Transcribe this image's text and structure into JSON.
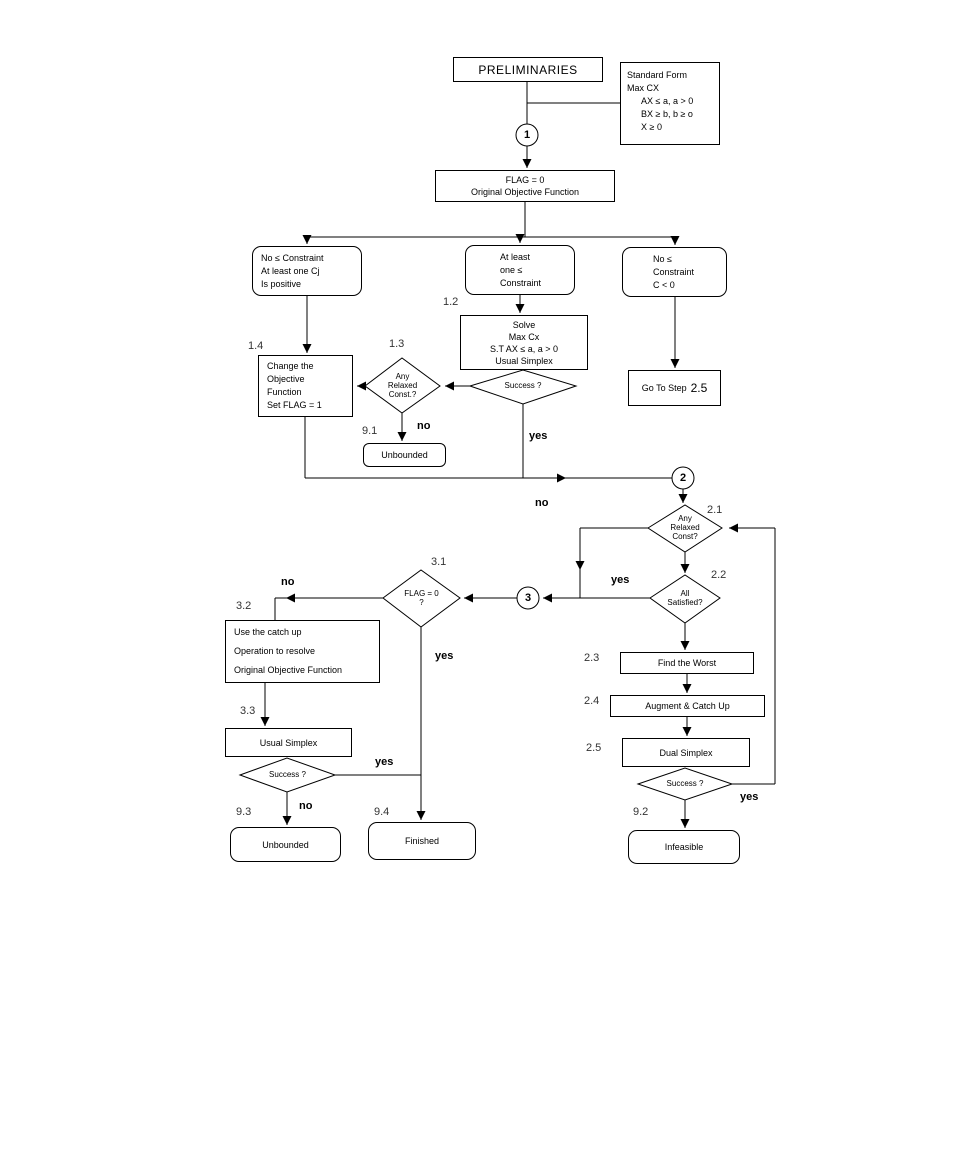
{
  "page": {
    "background": "#ffffff",
    "line_color": "#000000"
  },
  "nodes": {
    "preliminaries": "PRELIMINARIES",
    "standard_form": {
      "l1": "Standard Form",
      "l2": "Max CX",
      "l3": "AX ≤ a, a > 0",
      "l4": "BX ≥ b, b ≥ o",
      "l5": "X ≥ 0"
    },
    "circle1": "1",
    "circle2": "2",
    "circle3": "3",
    "flag_init": {
      "l1": "FLAG = 0",
      "l2": "Original Objective Function"
    },
    "branch_left": {
      "l1": "No ≤ Constraint",
      "l2": "At least one Cj",
      "l3": "Is positive"
    },
    "branch_mid": {
      "l1": "At least",
      "l2": "one ≤",
      "l3": "Constraint"
    },
    "branch_right": {
      "l1": "No ≤",
      "l2": "Constraint",
      "l3": "C < 0"
    },
    "solve": {
      "label": "1.2",
      "l1": "Solve",
      "l2": "Max Cx",
      "l3": "S.T AX ≤ a, a > 0",
      "l4": "Usual Simplex"
    },
    "success1": {
      "text": "Success ?"
    },
    "relaxed1": {
      "label": "1.3",
      "l1": "Any",
      "l2": "Relaxed",
      "l3": "Const.?"
    },
    "change_obj": {
      "label": "1.4",
      "l1": "Change the",
      "l2": "Objective",
      "l3": "Function",
      "l4": "Set FLAG = 1"
    },
    "unbounded1": {
      "label": "9.1",
      "text": "Unbounded"
    },
    "goto25": {
      "prefix": "Go To Step",
      "step": "2.5"
    },
    "relaxed2": {
      "label": "2.1",
      "l1": "Any",
      "l2": "Relaxed",
      "l3": "Const?"
    },
    "satisfied": {
      "label": "2.2",
      "l1": "All",
      "l2": "Satisfied?"
    },
    "find_worst": {
      "label": "2.3",
      "text": "Find the Worst"
    },
    "augment": {
      "label": "2.4",
      "text": "Augment & Catch Up"
    },
    "dual_simplex": {
      "label": "2.5",
      "text": "Dual Simplex"
    },
    "success2": {
      "text": "Success ?"
    },
    "infeasible": {
      "label": "9.2",
      "text": "Infeasible"
    },
    "flag_check": {
      "label": "3.1",
      "l1": "FLAG = 0",
      "l2": "?"
    },
    "catch_up": {
      "label": "3.2",
      "l1": "Use the catch up",
      "l2": "Operation to resolve",
      "l3": "Original Objective Function"
    },
    "usual_simplex": {
      "label": "3.3",
      "text": "Usual Simplex"
    },
    "success3": {
      "text": "Success ?"
    },
    "unbounded3": {
      "label": "9.3",
      "text": "Unbounded"
    },
    "finished": {
      "label": "9.4",
      "text": "Finished"
    }
  },
  "edge_labels": {
    "relaxed1_no": "no",
    "success1_yes": "yes",
    "relaxed2_no": "no",
    "satisfied_yes": "yes",
    "flag_no": "no",
    "flag_yes": "yes",
    "success3_yes": "yes",
    "success3_no": "no",
    "success2_yes": "yes"
  }
}
